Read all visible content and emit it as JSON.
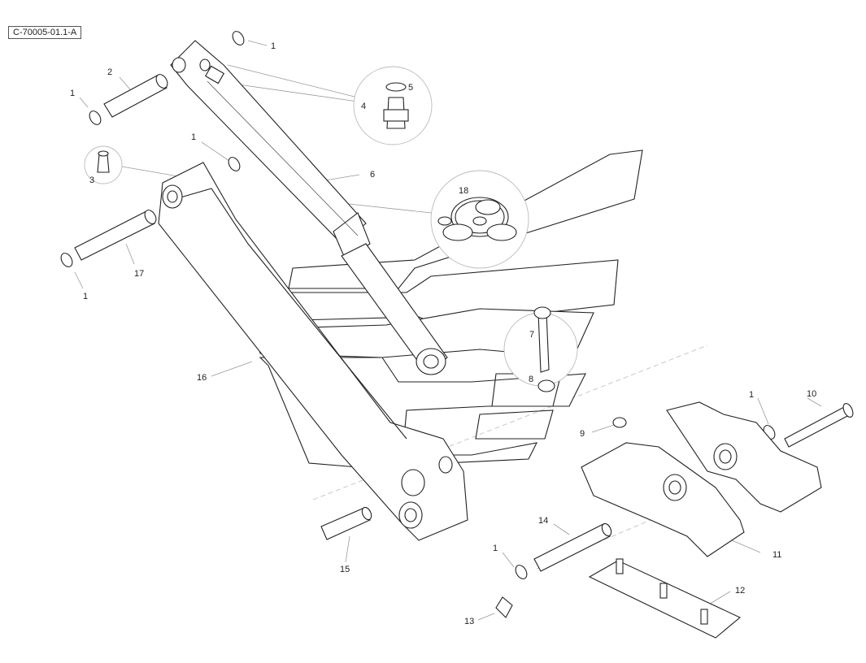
{
  "drawing": {
    "reference": "C-70005-01.1-A"
  },
  "callouts": [
    {
      "id": "c1a",
      "label": "1"
    },
    {
      "id": "c2",
      "label": "2"
    },
    {
      "id": "c1b",
      "label": "1"
    },
    {
      "id": "c5",
      "label": "5"
    },
    {
      "id": "c4",
      "label": "4"
    },
    {
      "id": "c1c",
      "label": "1"
    },
    {
      "id": "c3",
      "label": "3"
    },
    {
      "id": "c6",
      "label": "6"
    },
    {
      "id": "c18",
      "label": "18"
    },
    {
      "id": "c17",
      "label": "17"
    },
    {
      "id": "c1d",
      "label": "1"
    },
    {
      "id": "c7",
      "label": "7"
    },
    {
      "id": "c8",
      "label": "8"
    },
    {
      "id": "c16",
      "label": "16"
    },
    {
      "id": "c1e",
      "label": "1"
    },
    {
      "id": "c10",
      "label": "10"
    },
    {
      "id": "c9",
      "label": "9"
    },
    {
      "id": "c14",
      "label": "14"
    },
    {
      "id": "c11",
      "label": "11"
    },
    {
      "id": "c1f",
      "label": "1"
    },
    {
      "id": "c15",
      "label": "15"
    },
    {
      "id": "c12",
      "label": "12"
    },
    {
      "id": "c13",
      "label": "13"
    }
  ]
}
